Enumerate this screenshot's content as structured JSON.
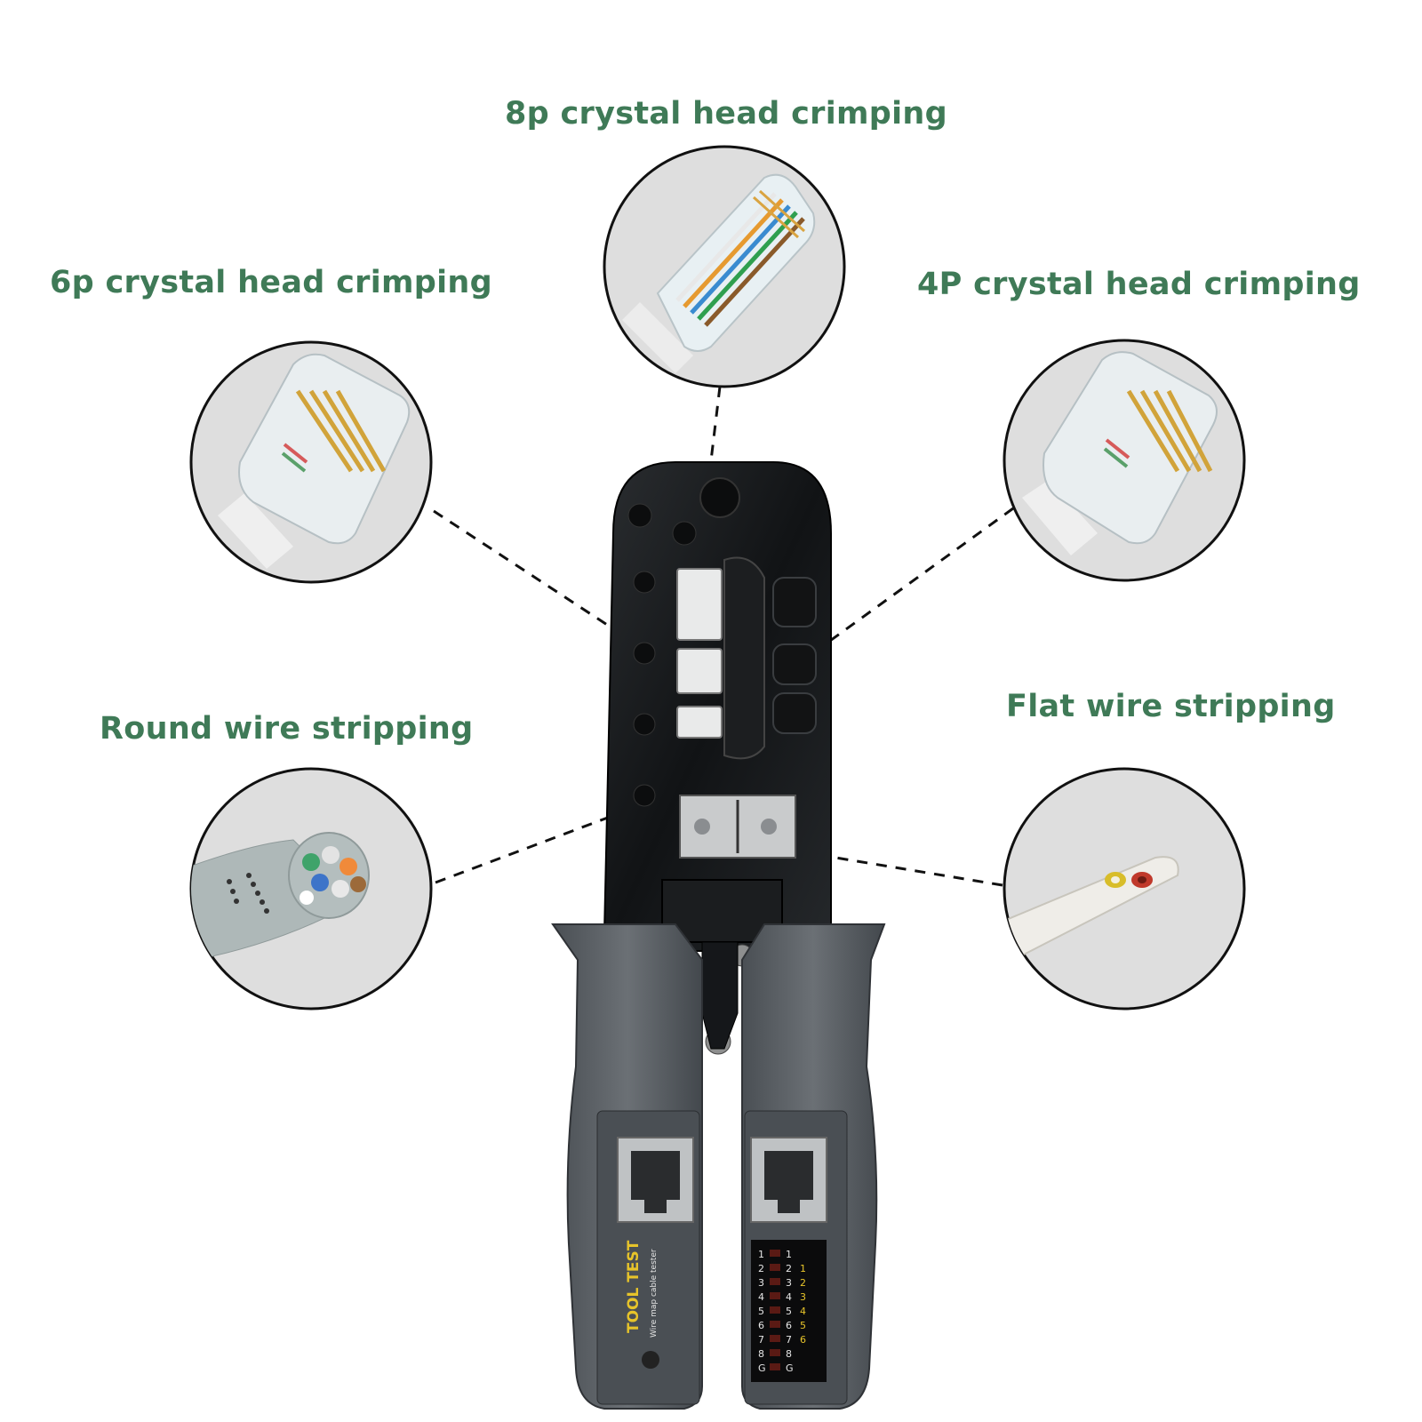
{
  "labels": {
    "crimp_8p": "8p crystal head crimping",
    "crimp_6p": "6p crystal head crimping",
    "crimp_4p": "4P crystal head crimping",
    "strip_round": "Round wire stripping",
    "strip_flat": "Flat wire stripping"
  },
  "tester": {
    "brand_text": "TOOL TEST",
    "subtitle_text": "Wire map cable tester",
    "left_leds": [
      "1",
      "2",
      "3",
      "4",
      "5",
      "6",
      "7",
      "8",
      "G"
    ],
    "right_leds": [
      "1",
      "2",
      "3",
      "4",
      "5",
      "6",
      "7",
      "8",
      "G"
    ],
    "right_alt_numbers": [
      "1",
      "2",
      "3",
      "4",
      "5",
      "6"
    ]
  },
  "colors": {
    "label_green": "#3f7a57",
    "circle_bg": "#dcdcdc",
    "tool_black": "#16181a",
    "handle_grey": "#5c6166"
  }
}
